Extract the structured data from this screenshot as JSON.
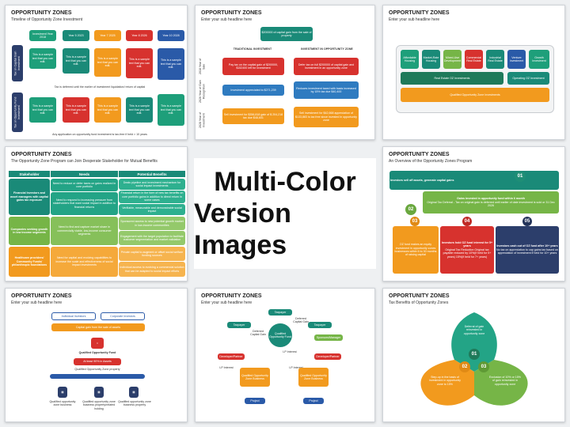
{
  "center": {
    "line1": "Multi-Color",
    "line2": "Version Images"
  },
  "common": {
    "title": "OPPORTUNITY ZONES",
    "subhead": "Enter your sub headline here"
  },
  "slide1": {
    "subtitle": "Timeline of Opportunity Zone Investment",
    "years": [
      "Investment Year 2018",
      "Year 5 2023",
      "Year 7 2025",
      "Year 8 2026",
      "Year 10 2028"
    ],
    "row1_label": "Tax on Capital Gain Investment",
    "row2_label": "Tax on Opportunity Fund Investment",
    "cell": "This is a sample text that you can edit.",
    "note1": "Tax is deferred until the earlier of investment liquidation/ return of capital",
    "note2": "Any application on opportunity fund investment is tax-free if held > 10 years"
  },
  "slide2": {
    "top": "$200000 of capital gain from the sale of property",
    "col1": "TRADITIONAL INVESTMENT",
    "col2": "INVESTMENT IN OPPORTUNITY ZONE",
    "rows": [
      "2018 Year of Sale",
      "2026 Year of Gain Recognition",
      "2028 Year of Investment"
    ],
    "cells": [
      "Pay tax on the capital gain of $200000, $152400 left for investment",
      "Defer tax on full $200000 of capital gain and investment in an opportunity zone",
      "Investment appreciated to $271,239",
      "Reduces investment taxed with basis increased by 15% tax due $40,400",
      "Sell investment for $356,818 gain of $ 204,218 tax due $48,601",
      "Sell investment for $42,668 appreciation of $133,883 is tax free since invested in opportunity zone"
    ]
  },
  "slide3": {
    "items": [
      "Affordable Housing",
      "Market-Rate Housing",
      "Mixed-Use Development",
      "Commercial Real Estate",
      "Industrial Real Estate",
      "Venture Investment",
      "Growth Investment"
    ],
    "row2a": "Real Estate OZ Investments",
    "row2b": "Operating OZ Investment",
    "row3": "Qualified Opportunity Zone Investments"
  },
  "slide4": {
    "subtitle": "The Opportunity Zone Program can Join Desperate Stakeholder for Mutual Benefits",
    "headers": [
      "Stakeholder",
      "Needs",
      "Potential Benefits"
    ],
    "rows": [
      {
        "stake": "Financial Investors and asset managers with capital gains tax exposure",
        "needs": [
          "Need to reduce or defer taxes on gains realized in core portfolio",
          "Need to respond to increasing pressure from stakeholders that want social impact in addition to financial returns"
        ],
        "benefits": [
          "Deals pipeline and investment mechanism for social impact investments",
          "Financial return in the form of new tax benefits on core portfolio gains in addition to direct return in some cases",
          "Verifiable, measurable and demonstrable social impact"
        ]
      },
      {
        "stake": "Companies seeking growth in low income segments",
        "needs": [
          "Need to find and capture market share in commercially viable, low-income consumer segments"
        ],
        "benefits": [
          "Sponsored access to new potential growth market in low-income communities",
          "Engagement with the target population to facilitate customer segmentation and market validation"
        ]
      },
      {
        "stake": "Healthcare providers/ Community Funds/ philanthropic foundations",
        "needs": [
          "Need for capital and evolving capabilities to increase the scale and effectiveness of social impact investments"
        ],
        "benefits": [
          "Private capital to augment or offset social welfare funding sources",
          "Individual access to evolving a commercial solution that can be adapted to social impact efforts"
        ]
      }
    ]
  },
  "slide5": {
    "subtitle": "An Overview of the Opportunity Zones Program",
    "nums": [
      "01",
      "02",
      "03",
      "04",
      "05"
    ],
    "p1": "Investors sell off assets, generate capital gains",
    "p2": "Gains invested in opportunity fund within 6 month",
    "p2b": "Original Tax Deferral - Tax on original gain is deferred until earlier of date investment is sold or 31 Dec 2026",
    "p3": "OZ fund makes an equity investment in opportunity zones businesses within 6 to 30 months of raising capital",
    "p4": "Investors hold OZ fund interest for 5+ years",
    "p4b": "Original Tax Reduction Original tax payable reduced by 10%(if held for 5+ years) 15%(if held for 7+ years)",
    "p5": "Investors cash out of OZ fund after 10+ years",
    "p5b": "No tax on appreciation to cap gains tax based on appreciation of investment if held for 10+ years"
  },
  "slide6": {
    "top": [
      "Individual Investors",
      "Corporate Investors"
    ],
    "gain": "Capital gain from the sale of assets",
    "fund": "Qualified Opportunity Fund",
    "zone": "At least 90% in Assets",
    "qozp": "Qualified Opportunity Zone property",
    "bottom": [
      "Qualified opportunity zone business",
      "Qualified opportunity zone business property/related holding",
      "Qualified opportunity zone business property"
    ]
  },
  "slide7": {
    "taxpayer": "Taxpayer",
    "deferred": [
      "Deferred Capital Gain",
      "Deferred Capital Gain"
    ],
    "fund": "Qualified Opportunity Fund",
    "partner": [
      "Developer/Partner",
      "Sponsors/Manager",
      "Developer/Partner"
    ],
    "lp": [
      "LP Interest",
      "LP Interest",
      "LP Interest"
    ],
    "biz": [
      "Qualified Opportunity Zone Business",
      "Qualified Opportunity Zone Business"
    ],
    "project": [
      "Project",
      "Project"
    ]
  },
  "slide8": {
    "subtitle": "Tax Benefits of Opportunity Zones",
    "nums": [
      "01",
      "02",
      "03"
    ],
    "t1": "Deferral of gain reinvested in opportunity zone",
    "t2": "Step-up in the basis of investment in opportunity zone to 15%",
    "t3": "Exclusion of 10% or 15% of gain reinvested in opportunity zone"
  }
}
